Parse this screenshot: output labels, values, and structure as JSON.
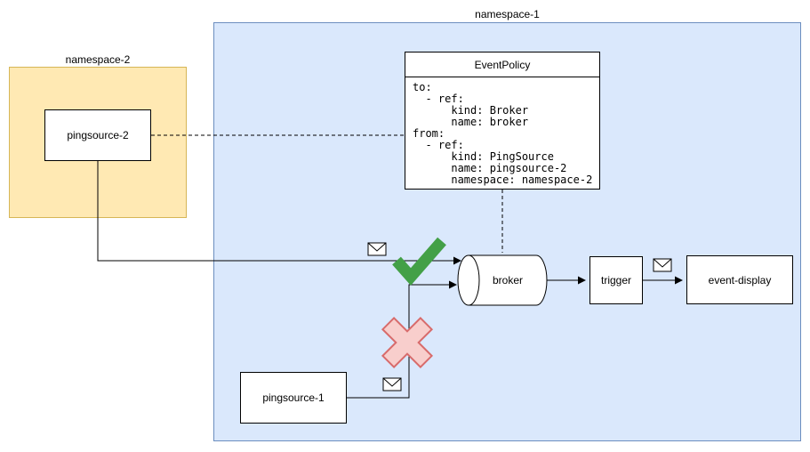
{
  "namespace1": {
    "label": "namespace-1"
  },
  "namespace2": {
    "label": "namespace-2"
  },
  "nodes": {
    "pingsource2": {
      "label": "pingsource-2"
    },
    "pingsource1": {
      "label": "pingsource-1"
    },
    "broker": {
      "label": "broker"
    },
    "trigger": {
      "label": "trigger"
    },
    "eventDisplay": {
      "label": "event-display"
    },
    "eventPolicy": {
      "title": "EventPolicy",
      "yaml": "to:\n  - ref:\n      kind: Broker\n      name: broker\nfrom:\n  - ref:\n      kind: PingSource\n      name: pingsource-2\n      namespace: namespace-2"
    }
  },
  "icons": {
    "allowed": "check-icon",
    "denied": "cross-icon",
    "event": "envelope-icon"
  },
  "colors": {
    "namespace1_fill": "#dae8fc",
    "namespace1_stroke": "#6c8ebf",
    "namespace2_fill": "#ffe9b3",
    "namespace2_stroke": "#d6b656",
    "node_fill": "#ffffff",
    "node_stroke": "#000000",
    "check_green": "#43a047",
    "cross_fill": "#f8cecc",
    "cross_stroke": "#d86b6b"
  }
}
